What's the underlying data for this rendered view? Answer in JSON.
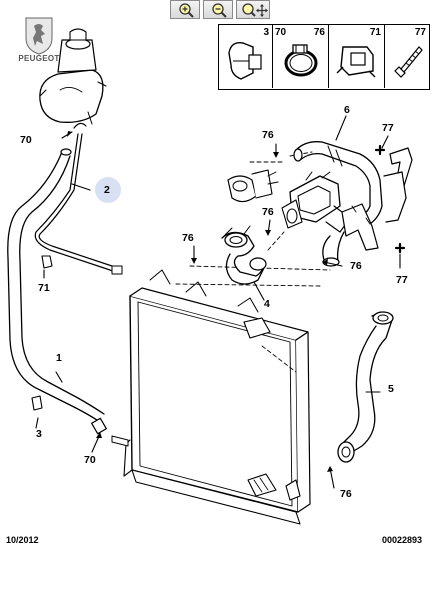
{
  "brand": {
    "name": "PEUGEOT"
  },
  "toolbar": {
    "buttons": [
      {
        "name": "zoom-in",
        "icon": "magnifier-plus-icon"
      },
      {
        "name": "zoom-out",
        "icon": "magnifier-minus-icon"
      },
      {
        "name": "zoom-move",
        "icon": "magnifier-move-icon"
      }
    ]
  },
  "legend": {
    "cells": [
      {
        "ref": "3",
        "icon": "bracket-clip-icon"
      },
      {
        "ref": "70",
        "icon": "hose-clamp-icon"
      },
      {
        "ref": "76",
        "icon": "spring-clip-icon"
      },
      {
        "ref": "71",
        "icon": "clip-connector-icon"
      },
      {
        "ref": "77",
        "icon": "screw-icon"
      }
    ]
  },
  "callouts": {
    "c70_top": "70",
    "c2": "2",
    "c71": "71",
    "c1": "1",
    "c3": "3",
    "c70_bottom": "70",
    "c76_top": "76",
    "c6": "6",
    "c77_top": "77",
    "c76_mid": "76",
    "c76_left": "76",
    "c4": "4",
    "c76_right": "76",
    "c77_right": "77",
    "c5": "5",
    "c76_bottom": "76"
  },
  "footer": {
    "date": "10/2012",
    "code": "00022893"
  }
}
